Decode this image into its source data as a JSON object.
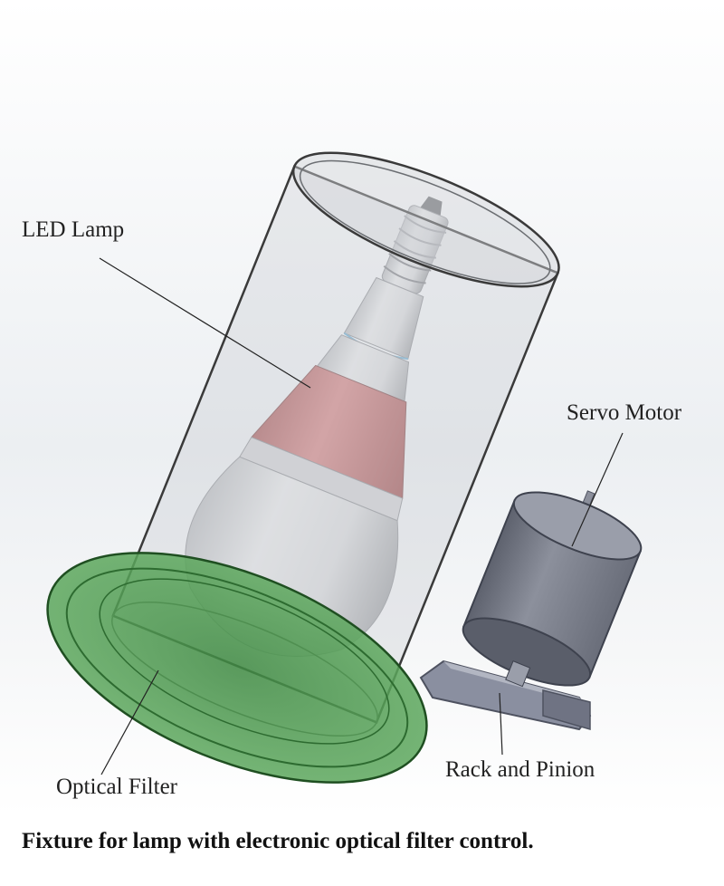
{
  "labels": {
    "led_lamp": "LED Lamp",
    "servo_motor": "Servo Motor",
    "optical_filter": "Optical Filter",
    "rack_and_pinion": "Rack and Pinion"
  },
  "caption": "Fixture for lamp with electronic optical filter control.",
  "colors": {
    "cylinder": "#c9ccd0",
    "lamp_body": "#d9dadc",
    "lamp_band": "#cc8282",
    "filter": "#5aa35a",
    "motor": "#767a86",
    "rack": "#8a8fa0"
  }
}
